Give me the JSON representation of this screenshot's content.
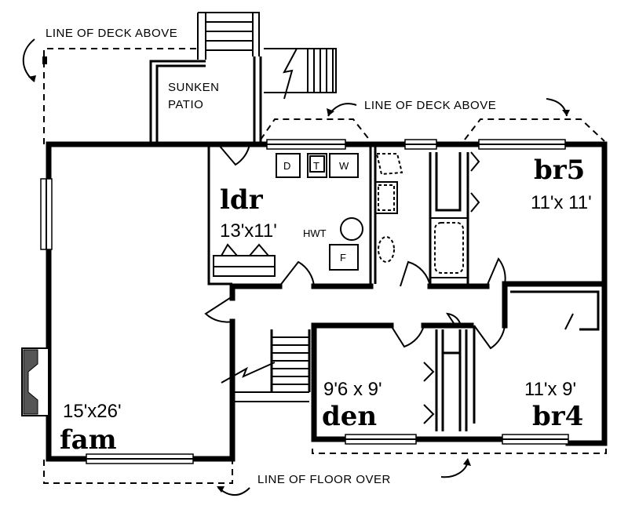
{
  "annotations": {
    "deck_above_left": "LINE OF DECK ABOVE",
    "deck_above_right": "LINE OF DECK ABOVE",
    "sunken_patio_1": "SUNKEN",
    "sunken_patio_2": "PATIO",
    "floor_over": "LINE OF FLOOR OVER"
  },
  "rooms": {
    "fam": {
      "name": "fam",
      "dims": "15'x26'"
    },
    "ldr": {
      "name": "ldr",
      "dims": "13'x11'"
    },
    "br5": {
      "name": "br5",
      "dims": "11'x 11'"
    },
    "den": {
      "name": "den",
      "dims": "9'6 x 9'"
    },
    "br4": {
      "name": "br4",
      "dims": "11'x 9'"
    }
  },
  "appliances": {
    "dryer": "D",
    "tub": "T",
    "washer": "W",
    "water_heater": "HWT",
    "furnace": "F"
  }
}
